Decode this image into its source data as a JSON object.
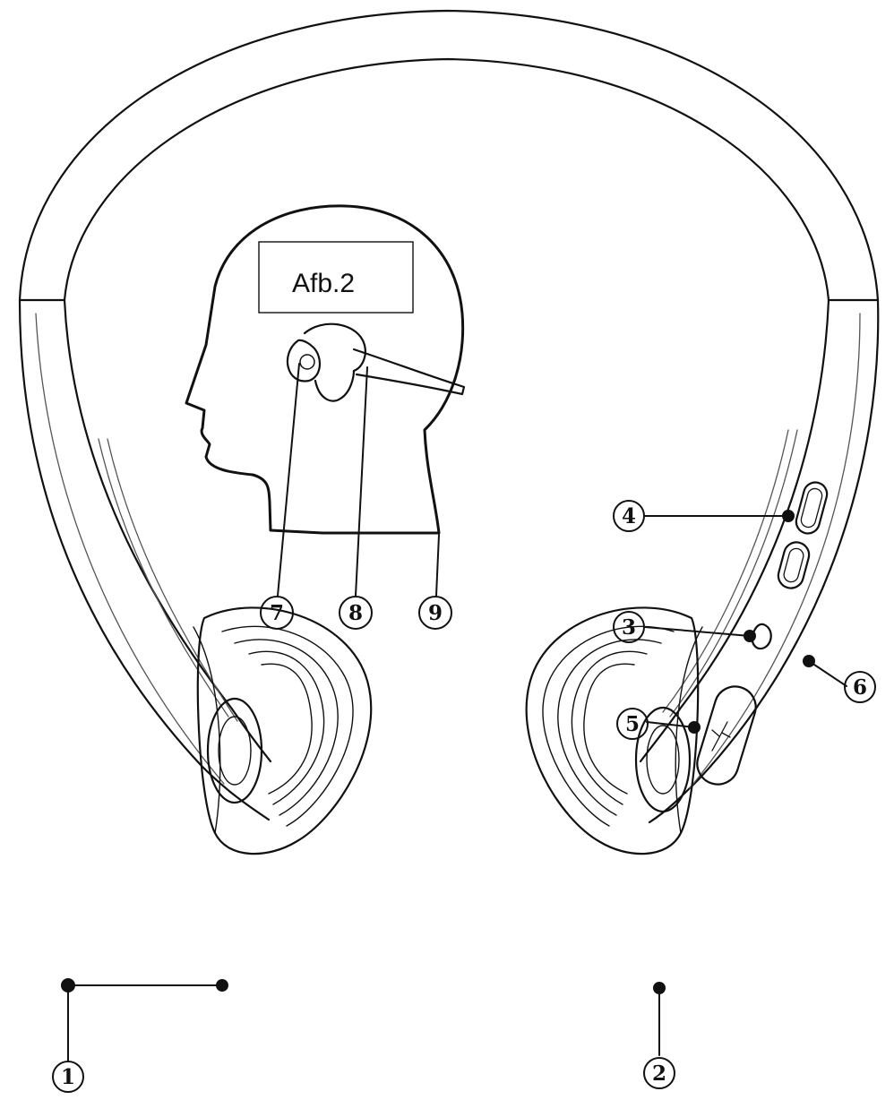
{
  "figure": {
    "caption": "Afb.2"
  },
  "callouts": [
    {
      "id": "c1",
      "label": "1"
    },
    {
      "id": "c2",
      "label": "2"
    },
    {
      "id": "c3",
      "label": "3"
    },
    {
      "id": "c4",
      "label": "4"
    },
    {
      "id": "c5",
      "label": "5"
    },
    {
      "id": "c6",
      "label": "6"
    },
    {
      "id": "c7",
      "label": "7"
    },
    {
      "id": "c8",
      "label": "8"
    },
    {
      "id": "c9",
      "label": "9"
    }
  ],
  "colors": {
    "line": "#111111",
    "light_line": "#555555",
    "background": "#ffffff"
  },
  "icons": {
    "head_silhouette": "head-profile-icon",
    "usb_port": "usb-icon",
    "microphone": "mic-icon"
  }
}
